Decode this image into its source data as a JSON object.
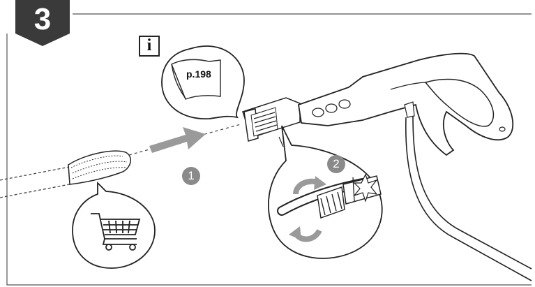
{
  "step": {
    "number": "3"
  },
  "info_callout": {
    "icon_letter": "i",
    "page_reference": "p.198"
  },
  "steps": [
    {
      "marker": "1"
    },
    {
      "marker": "2"
    }
  ],
  "icons": {
    "info": "info-icon",
    "manual_page": "manual-page-icon",
    "shopping_cart": "shopping-cart-icon",
    "rotate": "rotate-arrows-icon",
    "push_arrow": "push-arrow-icon"
  },
  "colors": {
    "badge": "#3a3a3a",
    "marker": "#8a8a8a",
    "line": "#222222",
    "arrow": "#9a9a9a"
  }
}
